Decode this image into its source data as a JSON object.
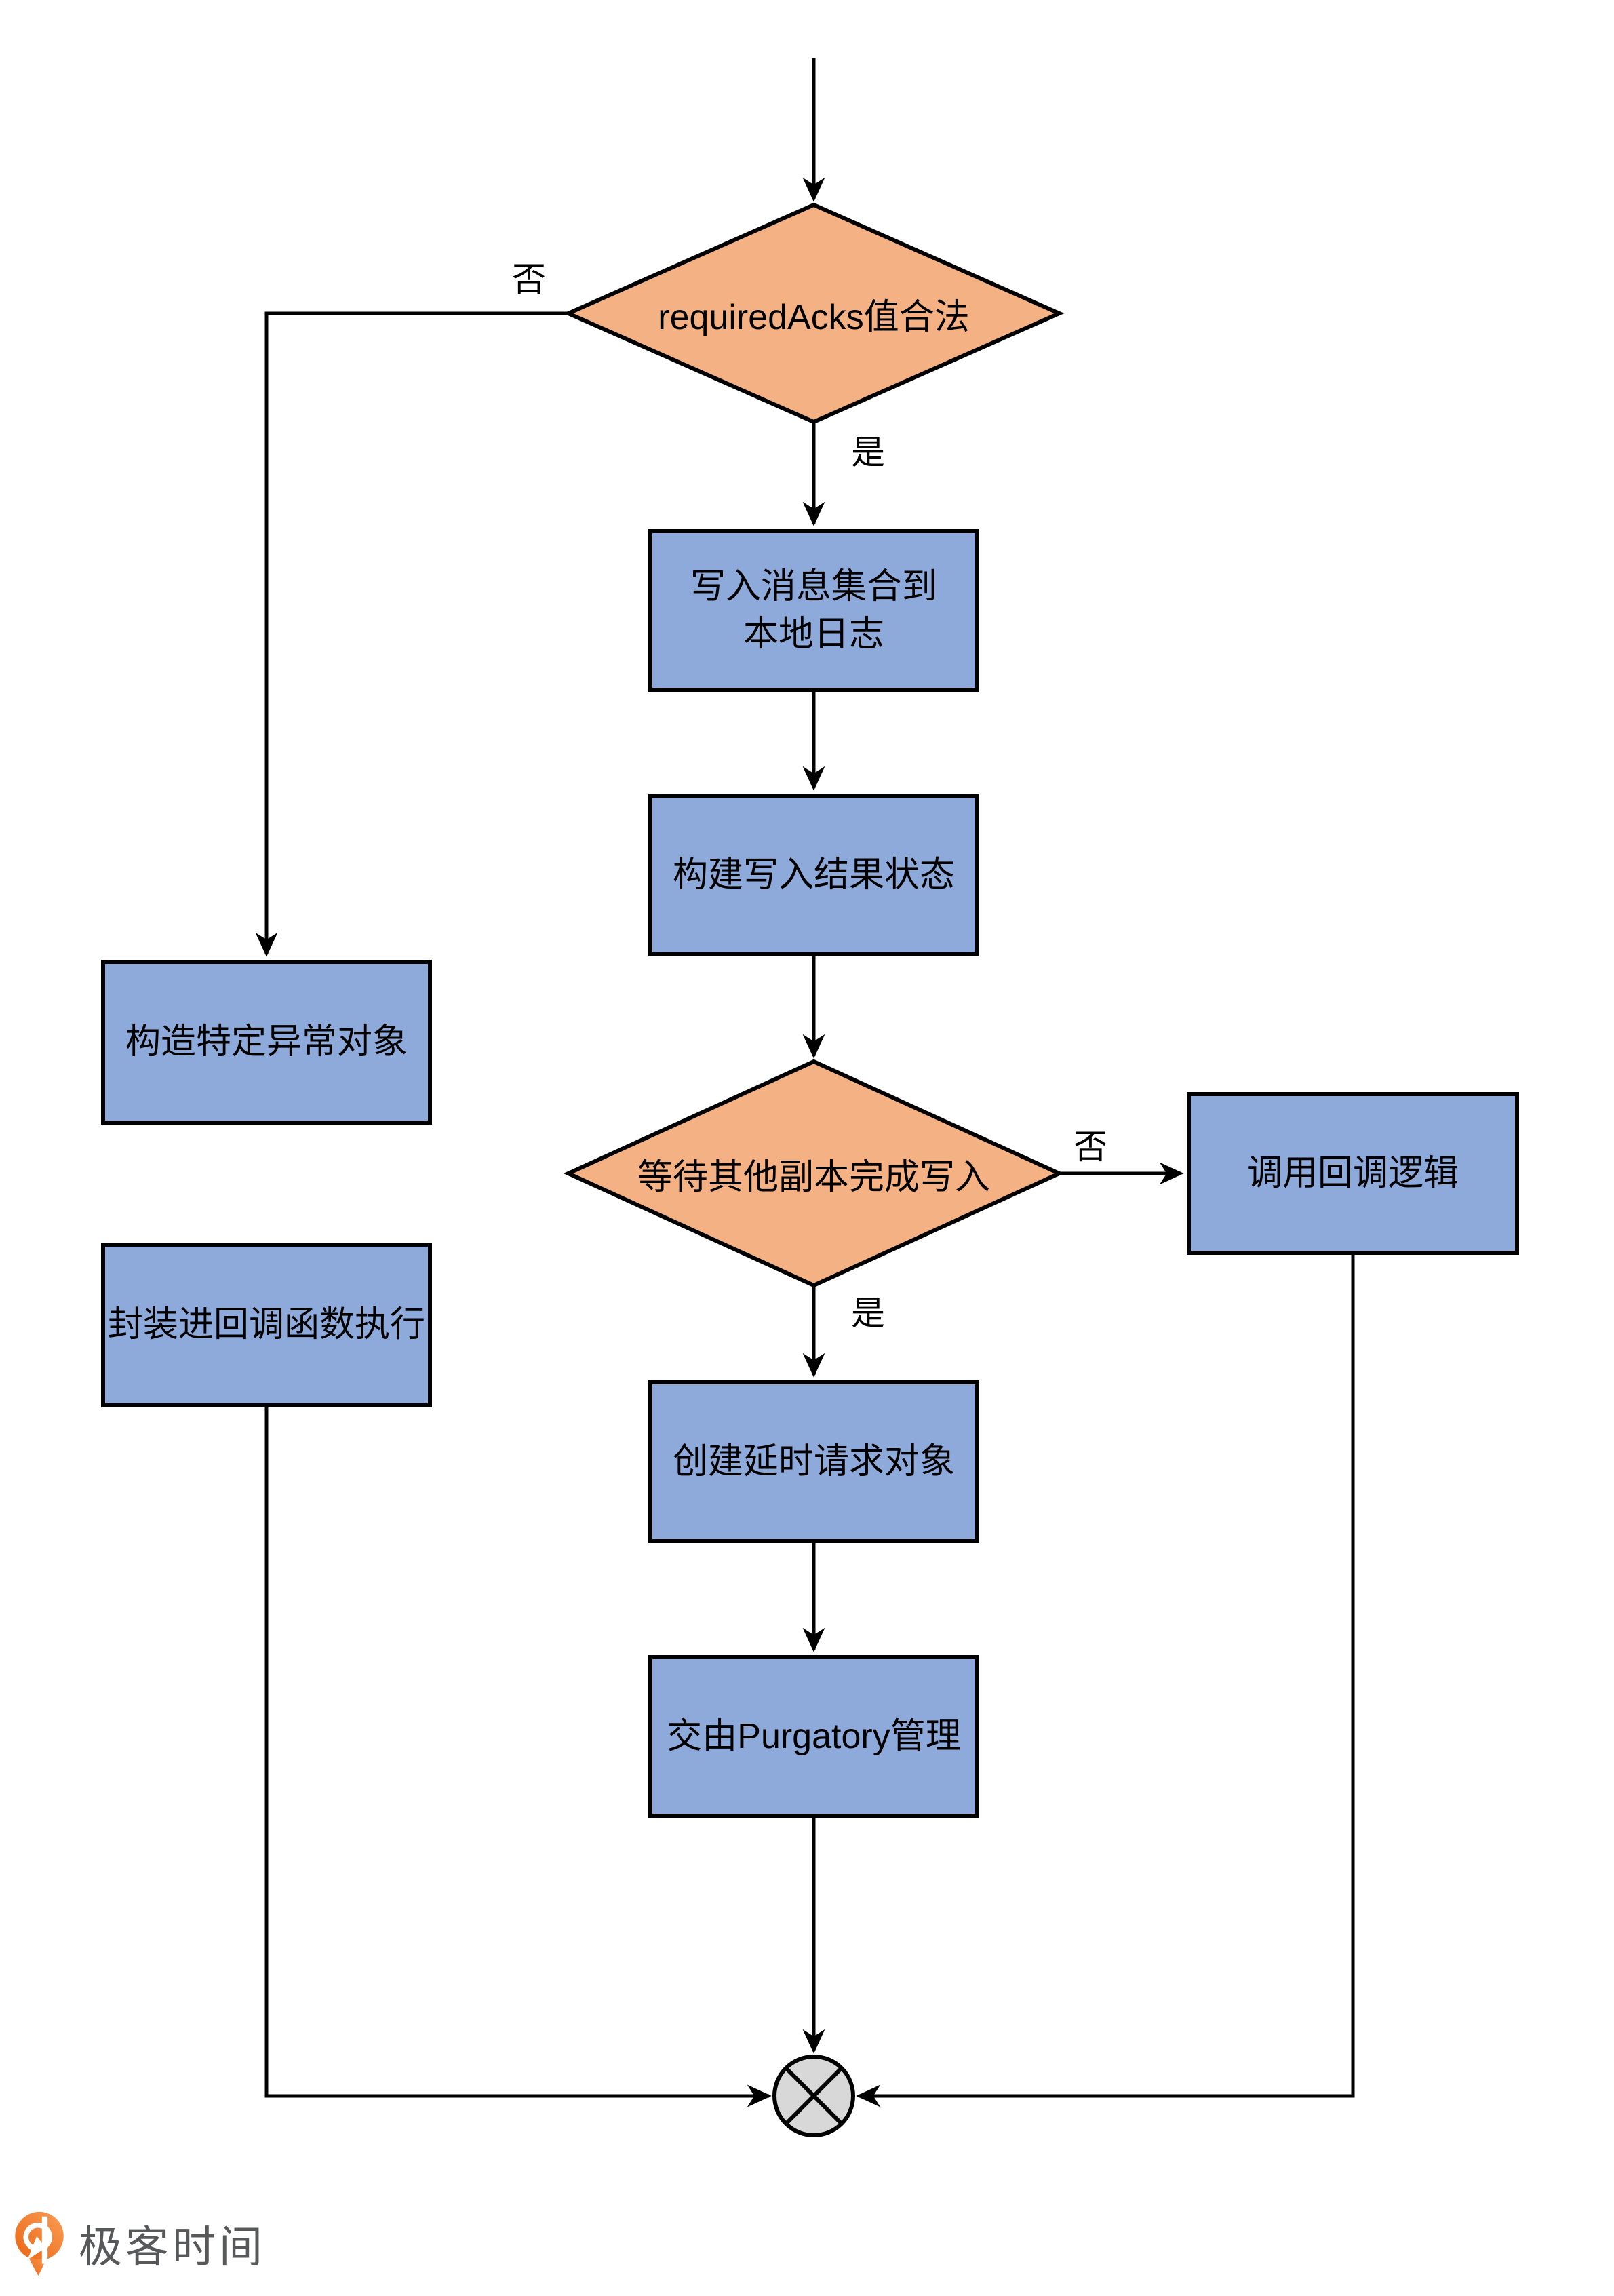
{
  "page": {
    "background": "#FFFFFF"
  },
  "colors": {
    "decision-fill": "#F4B183",
    "process-fill": "#8EAADB",
    "junction-fill": "#D8D8D8",
    "stroke-color": "#000000",
    "logo-orange-dark": "#EC6414",
    "logo-orange-light": "#F99E54",
    "logo-text-color": "#56585A"
  },
  "nodes": {
    "decision_required_acks": {
      "label": "requiredAcks值合法"
    },
    "process_write_local_log": {
      "label": "写入消息集合到\n本地日志"
    },
    "process_build_result": {
      "label": "构建写入结果状态"
    },
    "decision_wait_replicas": {
      "label": "等待其他副本完成写入"
    },
    "process_create_delayed": {
      "label": "创建延时请求对象"
    },
    "process_purgatory": {
      "label": "交由Purgatory管理"
    },
    "process_build_exception": {
      "label": "构造特定异常对象"
    },
    "process_wrap_callback": {
      "label": "封装进回调函数执行"
    },
    "process_invoke_callback": {
      "label": "调用回调逻辑"
    }
  },
  "edge_labels": {
    "decision1_no": "否",
    "decision1_yes": "是",
    "decision2_no": "否",
    "decision2_yes": "是"
  },
  "branding": {
    "logo_text": "极客时间"
  }
}
